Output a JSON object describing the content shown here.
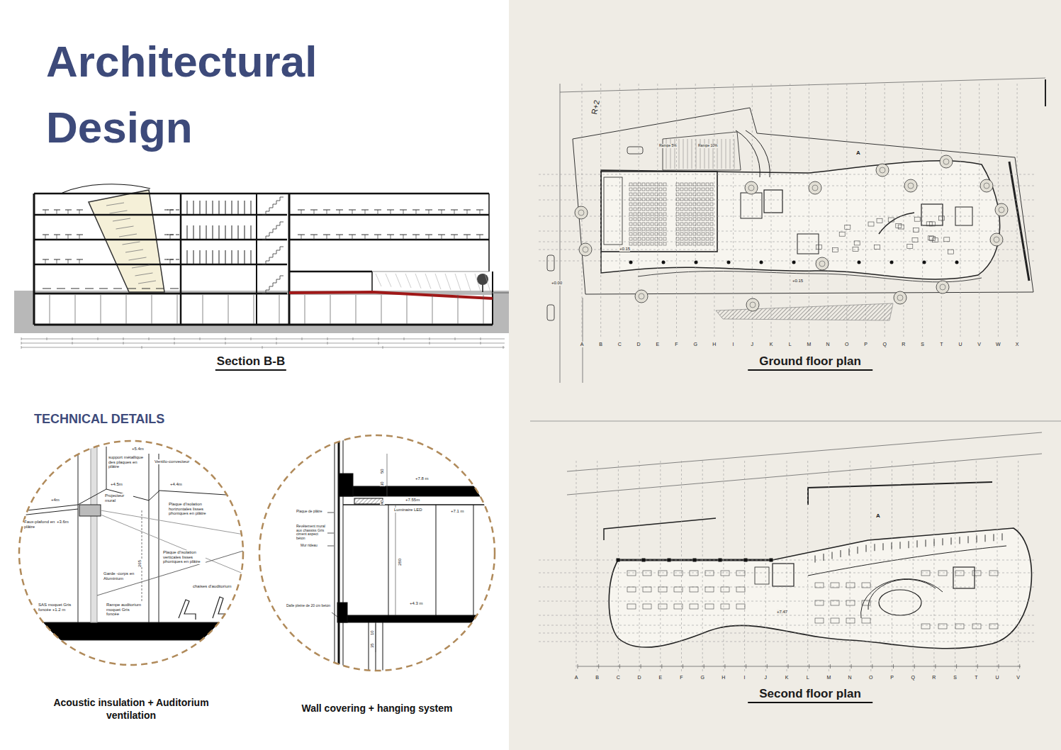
{
  "diagram": {
    "title": "Architectural Design",
    "nodes": [
      {
        "text": [
          "Acoustic insulation + Auditorium ventilation"
        ]
      },
      {
        "text": [
          "Wall covering + hanging system"
        ]
      }
    ],
    "labels": [
      "Section B-B",
      "Ground floor plan",
      "Second floor plan",
      "TECHNICAL DETAILS",
      "R+2",
      "Rampe 5%",
      "Rampe 10%",
      "+0.15",
      "+0.00",
      "+0.15",
      "A",
      "A",
      "+7.47",
      "+5.4m",
      "support métallique des plaques en plâtre",
      "Ventilo-convecteur",
      "+4.5m",
      "+4.4m",
      "Projecteur mural",
      "Plaque d'isolation horizontales lisses phoniques en plâtre",
      "+4m",
      "Faux-plafond en plâtre",
      "+3.6m",
      "265",
      "Plaque d'isolation verticales lisses phoniques en plâtre",
      "Garde -corps en Aluminium",
      "chaises d'auditorium",
      "SAS moquet Gris foncée +1.2 m",
      "Rampe auditorium moquet Gris foncée",
      "50",
      "30",
      "+7.8 m",
      "40",
      "+7.55m",
      "Luminaire LED",
      "+7.1 m",
      "Plaque de plâtre",
      "Revêtement mural aux chassiss Gris ciment aspect béton",
      "Mur rideau",
      "280",
      "Dalle pleine de 20 cm beton",
      "+4.3 m",
      "10",
      "35",
      "A",
      "B",
      "C",
      "D",
      "E",
      "F",
      "G",
      "H",
      "I",
      "J",
      "K",
      "L",
      "M",
      "N",
      "O",
      "P",
      "Q",
      "R",
      "S",
      "T",
      "U",
      "V",
      "W",
      "X",
      "A",
      "B",
      "C",
      "D",
      "E",
      "F",
      "G",
      "H",
      "I",
      "J",
      "K",
      "L",
      "M",
      "N",
      "O",
      "P",
      "Q",
      "R",
      "S",
      "T",
      "U",
      "V"
    ]
  }
}
